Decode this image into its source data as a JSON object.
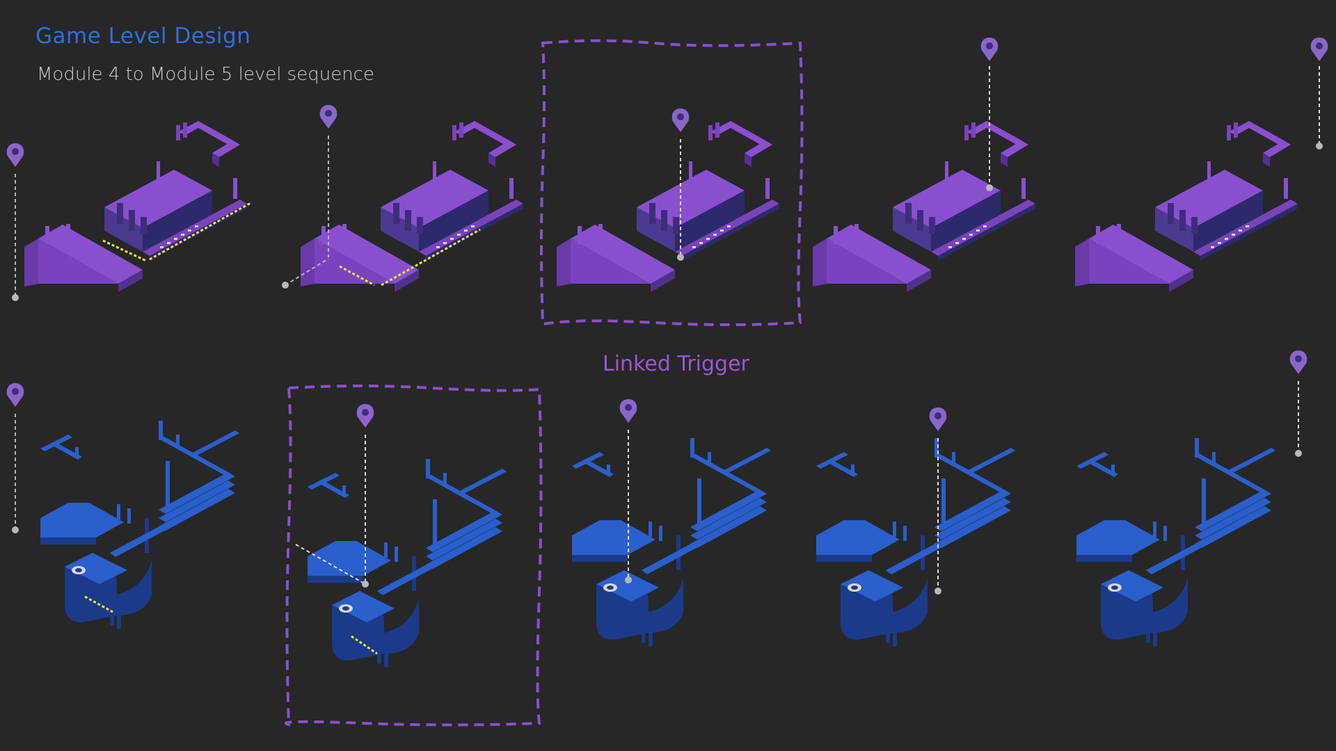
{
  "header": {
    "title": "Game Level Design",
    "subtitle": "Module 4 to Module 5 level sequence"
  },
  "caption": "Linked Trigger",
  "colors": {
    "background": "#272727",
    "title": "#2f6fe0",
    "purple_module": "#8a4fcf",
    "purple_side": "#52308f",
    "blue_module": "#2a5fcc",
    "blue_side": "#1b3a8a",
    "highlight_frame": "#8a4fcf",
    "arrow": "#f5e53a",
    "pin": "#8a66c9",
    "guide": "#b9b9b9"
  },
  "rows": [
    {
      "name": "module-4-sequence",
      "panels": 5,
      "highlighted_panel": 3
    },
    {
      "name": "module-5-sequence",
      "panels": 5,
      "highlighted_panel": 2
    }
  ],
  "icons": [
    "location-pin-icon",
    "movement-arrow-icon",
    "pressure-plate-icon"
  ]
}
